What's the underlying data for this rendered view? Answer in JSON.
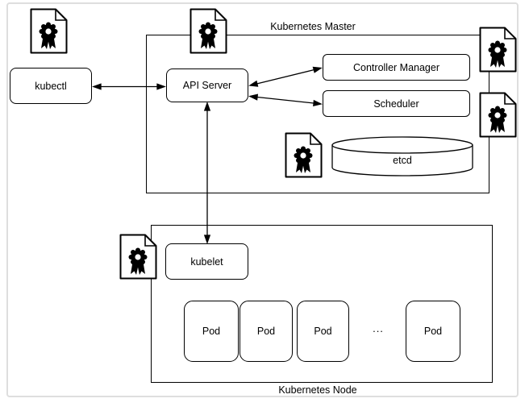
{
  "kubectl": {
    "label": "kubectl"
  },
  "master": {
    "label": "Kubernetes Master",
    "api_server_label": "API Server",
    "controller_manager_label": "Controller Manager",
    "scheduler_label": "Scheduler",
    "etcd_label": "etcd"
  },
  "node": {
    "label": "Kubernetes Node",
    "kubelet_label": "kubelet",
    "pod_labels": [
      "Pod",
      "Pod",
      "Pod",
      "Pod"
    ],
    "ellipsis": "..."
  },
  "icons": {
    "certificate": "document-with-award-ribbon"
  },
  "colors": {
    "stroke": "#000000",
    "fill": "#ffffff",
    "frame_border": "#dedede"
  }
}
